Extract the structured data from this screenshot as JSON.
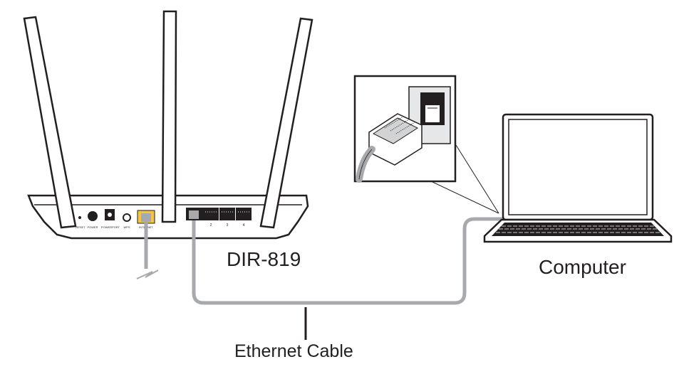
{
  "labels": {
    "router_model": "DIR-819",
    "computer": "Computer",
    "cable": "Ethernet Cable"
  },
  "router_ports": {
    "reset": "RESET",
    "power": "POWER",
    "power_port": "POWERPORT",
    "wps": "WPS",
    "internet": "INTERNET",
    "lan": [
      "2",
      "3",
      "4"
    ]
  },
  "colors": {
    "outline": "#231f20",
    "cable": "#a7a9ac",
    "internet_port": "#f6c443",
    "background": "#ffffff"
  },
  "icons": [
    "router-icon",
    "antenna-icon",
    "laptop-icon",
    "rj45-plug-icon",
    "ethernet-cable-icon"
  ]
}
